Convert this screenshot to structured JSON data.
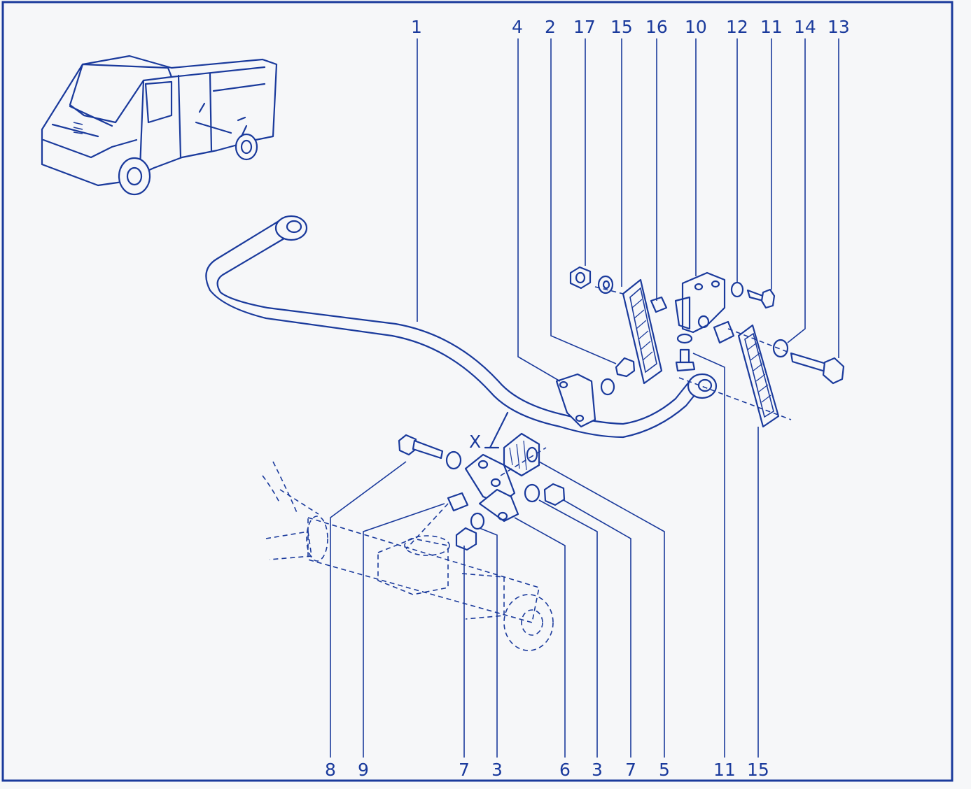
{
  "colors": {
    "ink": "#1a3a9c",
    "background": "#f6f7f9"
  },
  "diagram": {
    "marker_x": "X",
    "top_labels": [
      "1",
      "4",
      "2",
      "17",
      "15",
      "16",
      "10",
      "12",
      "11",
      "14",
      "13"
    ],
    "bottom_labels": [
      "8",
      "9",
      "7",
      "3",
      "6",
      "3",
      "7",
      "5",
      "11",
      "15"
    ]
  }
}
